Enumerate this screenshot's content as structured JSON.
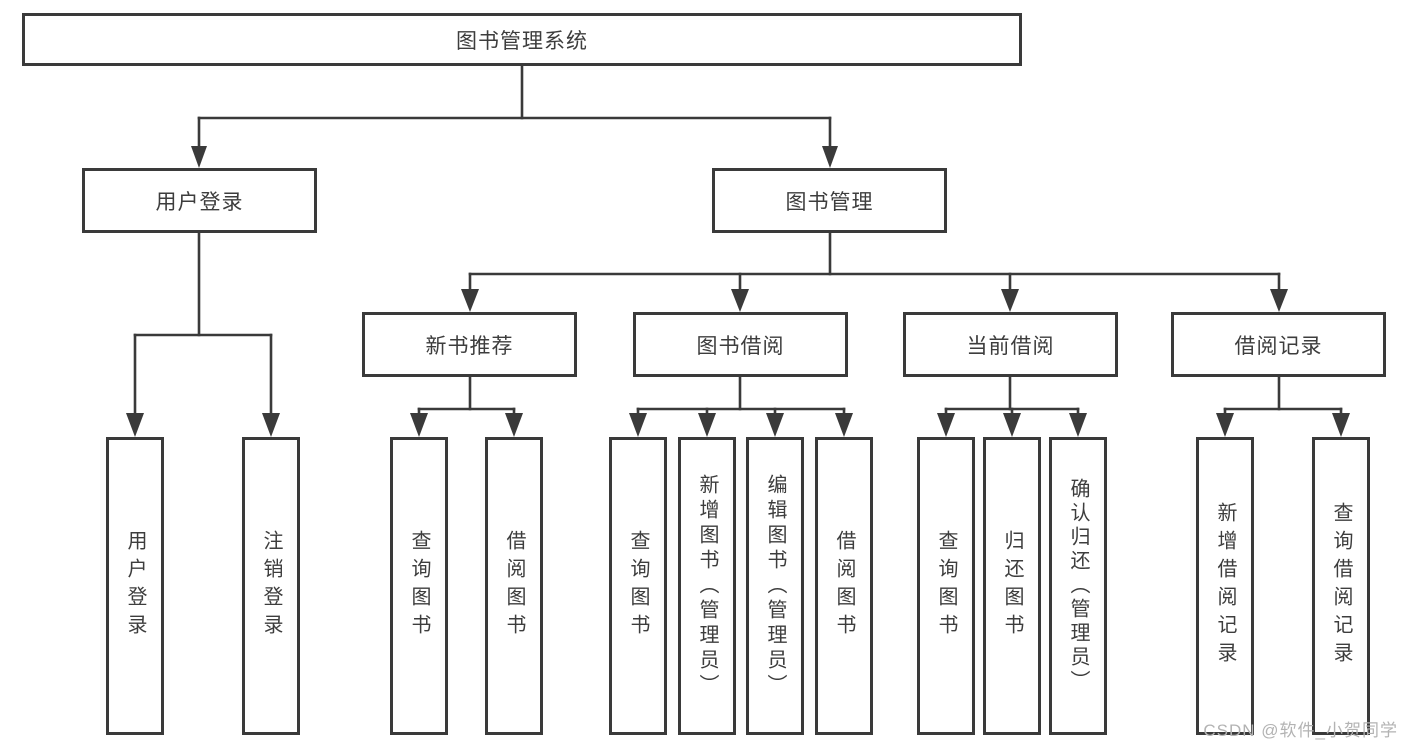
{
  "diagram": {
    "title_note": "functional structure chart",
    "root": {
      "label": "图书管理系统",
      "children": [
        {
          "label": "用户登录",
          "children": [
            {
              "label": "用户登录"
            },
            {
              "label": "注销登录"
            }
          ]
        },
        {
          "label": "图书管理",
          "children": [
            {
              "label": "新书推荐",
              "children": [
                {
                  "label": "查询图书"
                },
                {
                  "label": "借阅图书"
                }
              ]
            },
            {
              "label": "图书借阅",
              "children": [
                {
                  "label": "查询图书"
                },
                {
                  "label": "新增图书（管理员）"
                },
                {
                  "label": "编辑图书（管理员）"
                },
                {
                  "label": "借阅图书"
                }
              ]
            },
            {
              "label": "当前借阅",
              "children": [
                {
                  "label": "查询图书"
                },
                {
                  "label": "归还图书"
                },
                {
                  "label": "确认归还（管理员）"
                }
              ]
            },
            {
              "label": "借阅记录",
              "children": [
                {
                  "label": "新增借阅记录"
                },
                {
                  "label": "查询借阅记录"
                }
              ]
            }
          ]
        }
      ]
    }
  },
  "watermark": {
    "text": "CSDN @软件_小贺同学"
  },
  "colors": {
    "line": "#3a3a3a",
    "box_border": "#3a3a3a",
    "text": "#3d3d3d",
    "background": "#ffffff",
    "watermark": "#b3b3b3"
  }
}
